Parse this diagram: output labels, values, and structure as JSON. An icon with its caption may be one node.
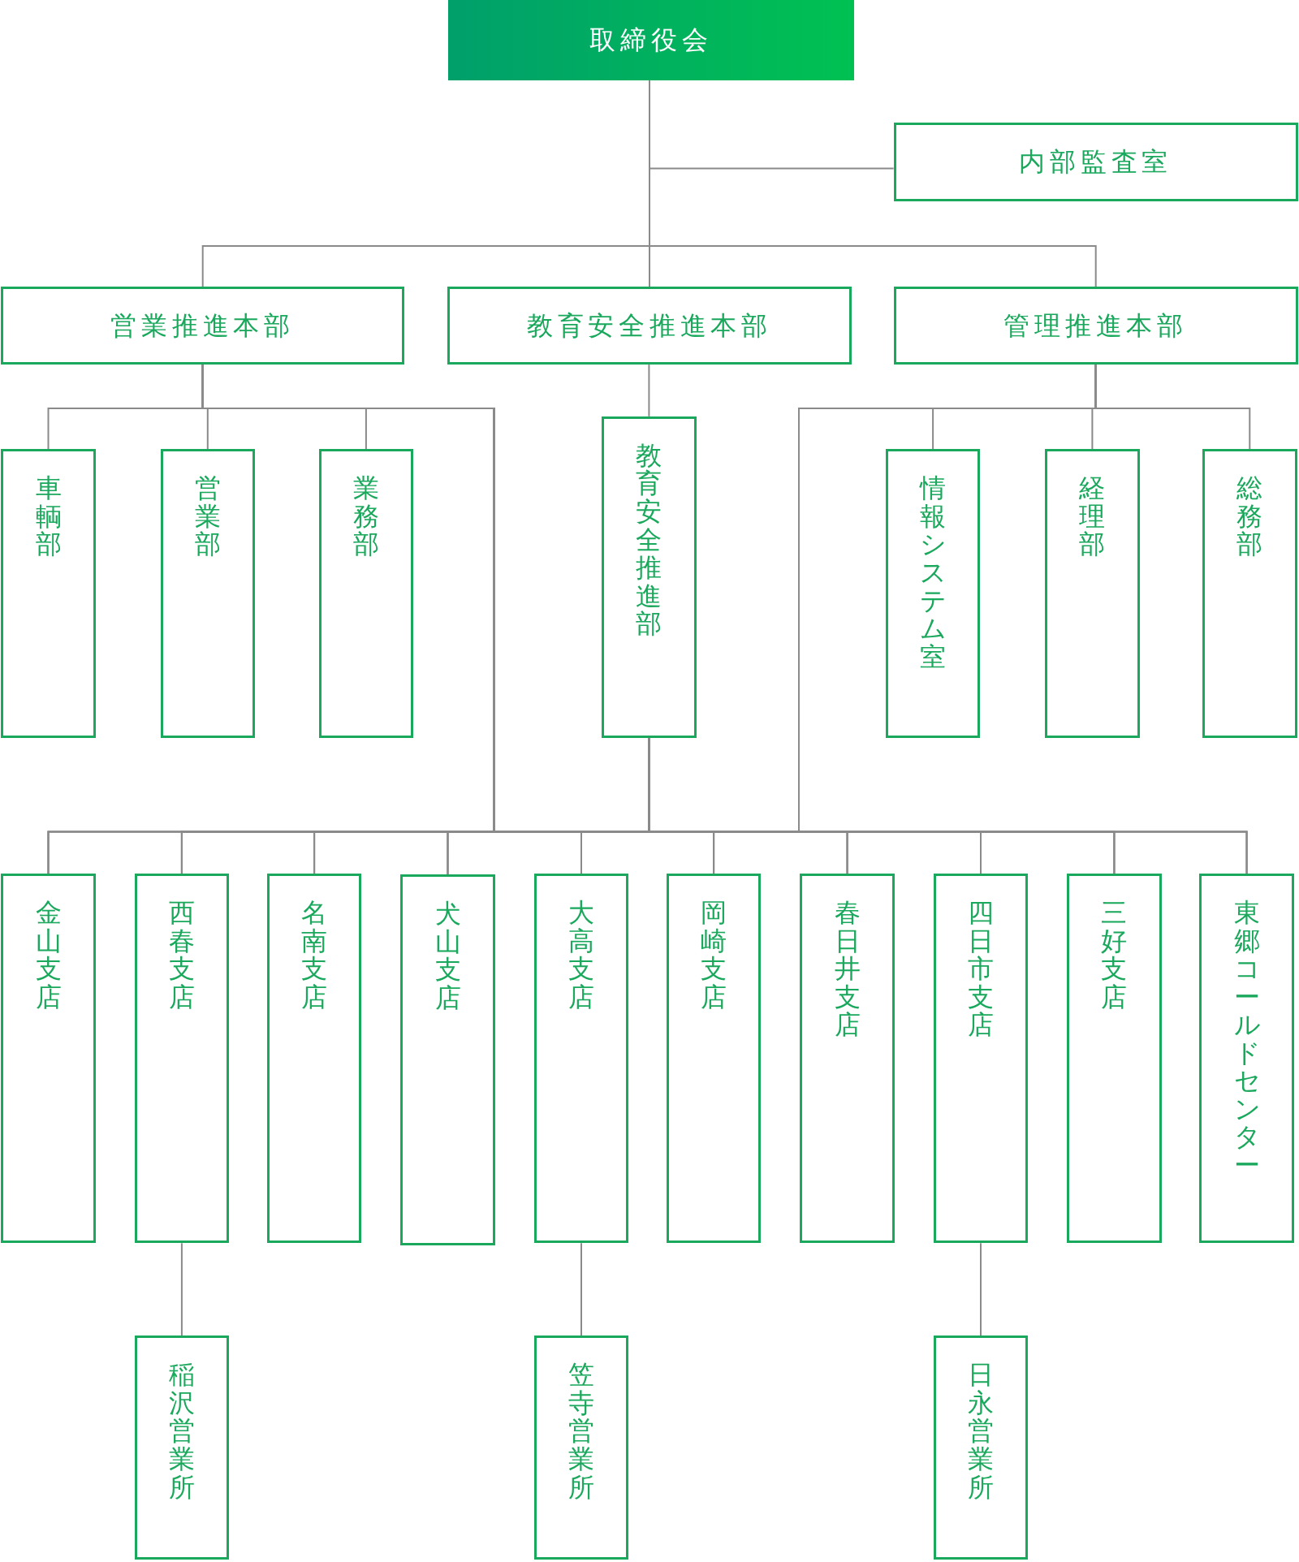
{
  "diagram": {
    "nodes": [
      {
        "text": [
          "取締役会"
        ]
      },
      {
        "text": [
          "内部監査室"
        ]
      },
      {
        "text": [
          "営業推進本部"
        ]
      },
      {
        "text": [
          "教育安全推進本部"
        ]
      },
      {
        "text": [
          "管理推進本部"
        ]
      },
      {
        "text": [
          "車輌部"
        ]
      },
      {
        "text": [
          "営業部"
        ]
      },
      {
        "text": [
          "業務部"
        ]
      },
      {
        "text": [
          "教育安全推進部"
        ]
      },
      {
        "text": [
          "情報システム室"
        ]
      },
      {
        "text": [
          "経理部"
        ]
      },
      {
        "text": [
          "総務部"
        ]
      },
      {
        "text": [
          "金山支店"
        ]
      },
      {
        "text": [
          "西春支店"
        ]
      },
      {
        "text": [
          "名南支店"
        ]
      },
      {
        "text": [
          "犬山支店"
        ]
      },
      {
        "text": [
          "大高支店"
        ]
      },
      {
        "text": [
          "岡崎支店"
        ]
      },
      {
        "text": [
          "春日井支店"
        ]
      },
      {
        "text": [
          "四日市支店"
        ]
      },
      {
        "text": [
          "三好支店"
        ]
      },
      {
        "text": [
          "東郷コールドセンター"
        ]
      },
      {
        "text": [
          "稲沢営業所"
        ]
      },
      {
        "text": [
          "笠寺営業所"
        ]
      },
      {
        "text": [
          "日永営業所"
        ]
      }
    ],
    "edges": [
      {
        "from": 0,
        "to": 1,
        "arrow": "none"
      },
      {
        "from": 0,
        "to": 2,
        "arrow": "none"
      },
      {
        "from": 0,
        "to": 3,
        "arrow": "none"
      },
      {
        "from": 0,
        "to": 4,
        "arrow": "none"
      },
      {
        "from": 2,
        "to": 5,
        "arrow": "none"
      },
      {
        "from": 2,
        "to": 6,
        "arrow": "none"
      },
      {
        "from": 2,
        "to": 7,
        "arrow": "none"
      },
      {
        "from": 3,
        "to": 8,
        "arrow": "none"
      },
      {
        "from": 4,
        "to": 9,
        "arrow": "none"
      },
      {
        "from": 4,
        "to": 10,
        "arrow": "none"
      },
      {
        "from": 4,
        "to": 11,
        "arrow": "none"
      },
      {
        "from": 2,
        "to": 12,
        "arrow": "none"
      },
      {
        "from": 2,
        "to": 13,
        "arrow": "none"
      },
      {
        "from": 2,
        "to": 14,
        "arrow": "none"
      },
      {
        "from": 2,
        "to": 15,
        "arrow": "none"
      },
      {
        "from": 2,
        "to": 16,
        "arrow": "none"
      },
      {
        "from": 2,
        "to": 17,
        "arrow": "none"
      },
      {
        "from": 2,
        "to": 18,
        "arrow": "none"
      },
      {
        "from": 2,
        "to": 19,
        "arrow": "none"
      },
      {
        "from": 2,
        "to": 20,
        "arrow": "none"
      },
      {
        "from": 2,
        "to": 21,
        "arrow": "none"
      },
      {
        "from": 8,
        "to": 12,
        "arrow": "none"
      },
      {
        "from": 8,
        "to": 13,
        "arrow": "none"
      },
      {
        "from": 8,
        "to": 14,
        "arrow": "none"
      },
      {
        "from": 8,
        "to": 15,
        "arrow": "none"
      },
      {
        "from": 8,
        "to": 16,
        "arrow": "none"
      },
      {
        "from": 8,
        "to": 17,
        "arrow": "none"
      },
      {
        "from": 8,
        "to": 18,
        "arrow": "none"
      },
      {
        "from": 8,
        "to": 19,
        "arrow": "none"
      },
      {
        "from": 8,
        "to": 20,
        "arrow": "none"
      },
      {
        "from": 8,
        "to": 21,
        "arrow": "none"
      },
      {
        "from": 4,
        "to": 12,
        "arrow": "none"
      },
      {
        "from": 4,
        "to": 13,
        "arrow": "none"
      },
      {
        "from": 4,
        "to": 14,
        "arrow": "none"
      },
      {
        "from": 4,
        "to": 15,
        "arrow": "none"
      },
      {
        "from": 4,
        "to": 16,
        "arrow": "none"
      },
      {
        "from": 4,
        "to": 17,
        "arrow": "none"
      },
      {
        "from": 4,
        "to": 18,
        "arrow": "none"
      },
      {
        "from": 4,
        "to": 19,
        "arrow": "none"
      },
      {
        "from": 4,
        "to": 20,
        "arrow": "none"
      },
      {
        "from": 4,
        "to": 21,
        "arrow": "none"
      },
      {
        "from": 13,
        "to": 22,
        "arrow": "none"
      },
      {
        "from": 16,
        "to": 23,
        "arrow": "none"
      },
      {
        "from": 19,
        "to": 24,
        "arrow": "none"
      }
    ]
  }
}
